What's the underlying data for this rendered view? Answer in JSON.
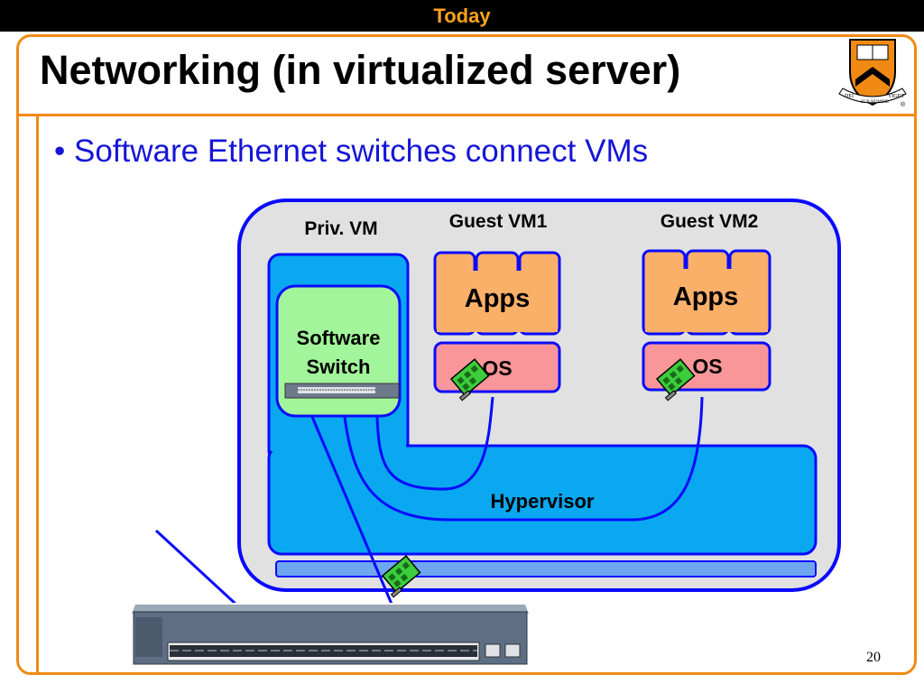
{
  "header": {
    "section_label": "Today"
  },
  "slide": {
    "title": "Networking (in virtualized server)",
    "bullet": "• Software Ethernet switches connect VMs",
    "page_number": "20"
  },
  "diagram": {
    "priv_vm_label": "Priv. VM",
    "guest_vm1_label": "Guest VM1",
    "guest_vm2_label": "Guest VM2",
    "apps_label": "Apps",
    "os_label": "OS",
    "switch_label_line1": "Software",
    "switch_label_line2": "Switch",
    "hypervisor_label": "Hypervisor"
  },
  "logo": {
    "motto_left": "DEI",
    "motto_middle": "SUB NUMINE",
    "motto_right": "VIGET",
    "registered": "®"
  },
  "colors": {
    "accent_orange": "#f08a14",
    "bullet_blue": "#1515d8",
    "server_fill": "#e1e1e1",
    "server_stroke": "#0a0aff",
    "hypervisor_fill": "#0aa8f0",
    "apps_fill": "#fbb06a",
    "os_fill": "#f9969a",
    "switch_fill": "#a2f59a"
  }
}
